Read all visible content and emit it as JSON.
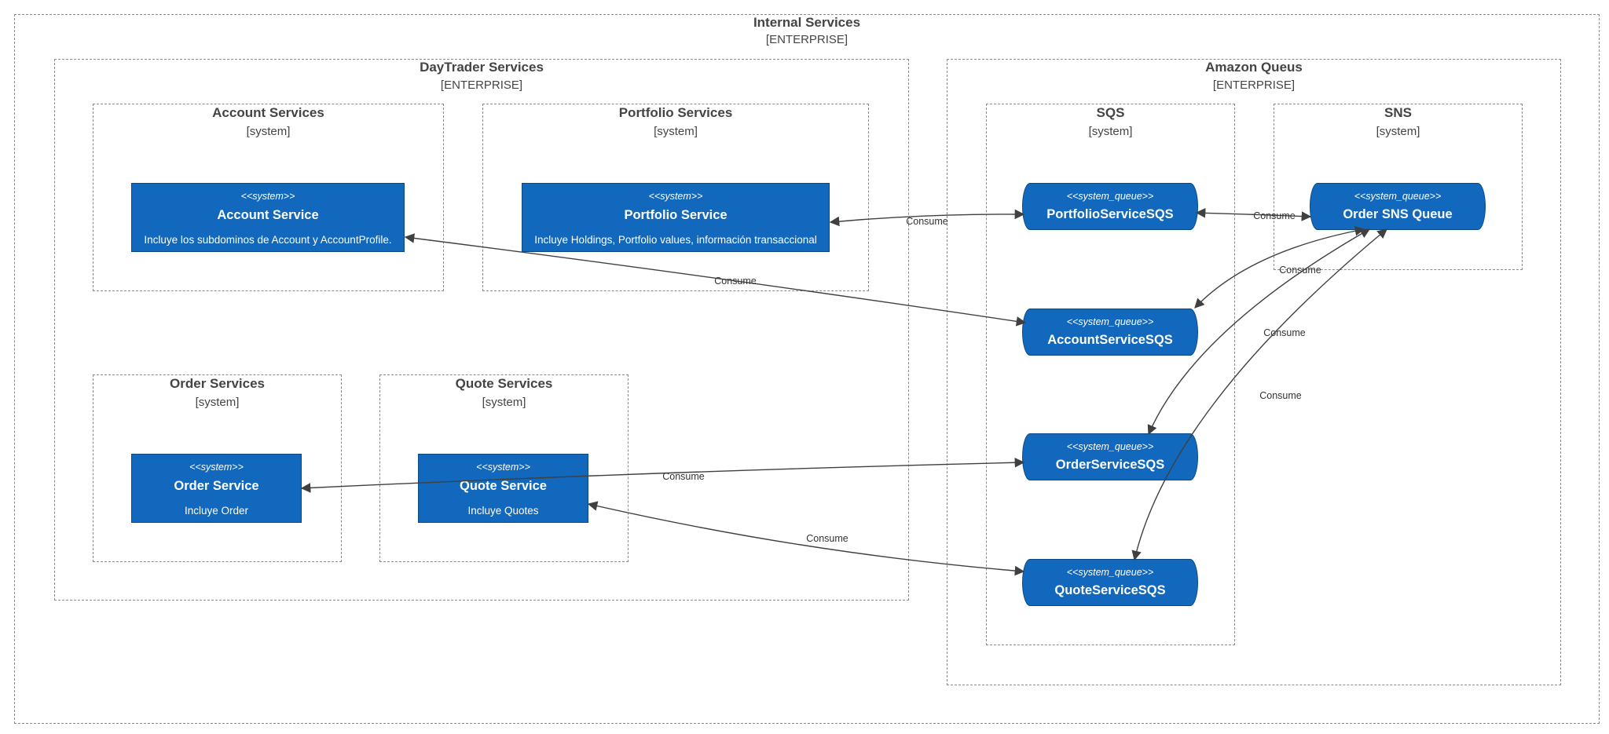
{
  "boundaries": {
    "internal": {
      "title": "Internal Services",
      "type": "[ENTERPRISE]"
    },
    "daytrader": {
      "title": "DayTrader Services",
      "type": "[ENTERPRISE]"
    },
    "amazon": {
      "title": "Amazon Queus",
      "type": "[ENTERPRISE]"
    },
    "account": {
      "title": "Account Services",
      "type": "[system]"
    },
    "portfolio": {
      "title": "Portfolio Services",
      "type": "[system]"
    },
    "order": {
      "title": "Order Services",
      "type": "[system]"
    },
    "quote": {
      "title": "Quote Services",
      "type": "[system]"
    },
    "sqs": {
      "title": "SQS",
      "type": "[system]"
    },
    "sns": {
      "title": "SNS",
      "type": "[system]"
    }
  },
  "nodes": {
    "account_service": {
      "stereotype": "<<system>>",
      "name": "Account Service",
      "description": "Incluye los subdominos de Account y AccountProfile."
    },
    "portfolio_service": {
      "stereotype": "<<system>>",
      "name": "Portfolio Service",
      "description": "Incluye Holdings, Portfolio values, información transaccional"
    },
    "order_service": {
      "stereotype": "<<system>>",
      "name": "Order Service",
      "description": "Incluye Order"
    },
    "quote_service": {
      "stereotype": "<<system>>",
      "name": "Quote Service",
      "description": "Incluye Quotes"
    },
    "portfolio_sqs": {
      "stereotype": "<<system_queue>>",
      "name": "PortfolioServiceSQS"
    },
    "account_sqs": {
      "stereotype": "<<system_queue>>",
      "name": "AccountServiceSQS"
    },
    "order_sqs": {
      "stereotype": "<<system_queue>>",
      "name": "OrderServiceSQS"
    },
    "quote_sqs": {
      "stereotype": "<<system_queue>>",
      "name": "QuoteServiceSQS"
    },
    "order_sns": {
      "stereotype": "<<system_queue>>",
      "name": "Order SNS Queue"
    }
  },
  "relations": [
    {
      "id": "portfolio_service-portfolio_sqs",
      "label": "Consume"
    },
    {
      "id": "portfolio_sqs-order_sns",
      "label": "Consume"
    },
    {
      "id": "account_service-account_sqs",
      "label": "Consume"
    },
    {
      "id": "order_sns-account_sqs",
      "label": "Consume"
    },
    {
      "id": "order_sns-order_sqs",
      "label": "Consume"
    },
    {
      "id": "order_sns-quote_sqs",
      "label": "Consume"
    },
    {
      "id": "order_service-order_sqs",
      "label": "Consume"
    },
    {
      "id": "quote_service-quote_sqs",
      "label": "Consume"
    }
  ],
  "colors": {
    "node_fill": "#1168bd",
    "node_text": "#ffffff",
    "boundary_stroke": "#8a8a8a",
    "edge": "#404040"
  }
}
